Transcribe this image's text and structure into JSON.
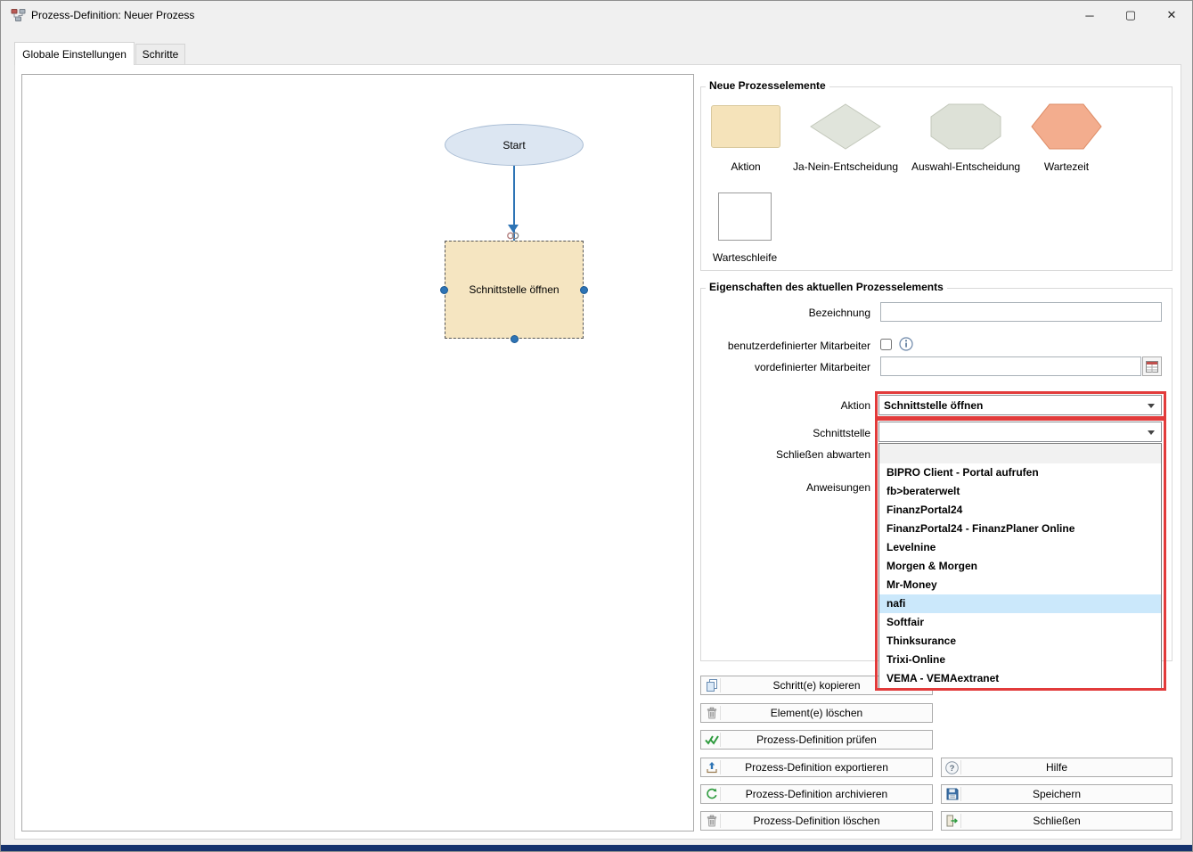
{
  "window": {
    "title": "Prozess-Definition: Neuer Prozess",
    "controls": {
      "minimize": "─",
      "maximize": "▢",
      "close": "✕"
    }
  },
  "tabs": [
    {
      "label": "Globale Einstellungen",
      "active": true
    },
    {
      "label": "Schritte",
      "active": false
    }
  ],
  "canvas": {
    "start_node": "Start",
    "selected_node": "Schnittstelle öffnen"
  },
  "palette": {
    "title": "Neue Prozesselemente",
    "items": [
      {
        "label": "Aktion",
        "shape": "rounded-rect"
      },
      {
        "label": "Ja-Nein-Entscheidung",
        "shape": "diamond"
      },
      {
        "label": "Auswahl-Entscheidung",
        "shape": "octagon"
      },
      {
        "label": "Wartezeit",
        "shape": "hexagon"
      },
      {
        "label": "Warteschleife",
        "shape": "rect-outline"
      }
    ]
  },
  "properties": {
    "title": "Eigenschaften des aktuellen Prozesselements",
    "labels": {
      "bezeichnung": "Bezeichnung",
      "benutzerdefinierter_mitarbeiter": "benutzerdefinierter Mitarbeiter",
      "vordefinierter_mitarbeiter": "vordefinierter Mitarbeiter",
      "aktion": "Aktion",
      "schnittstelle": "Schnittstelle",
      "schliessen_abwarten": "Schließen abwarten",
      "anweisungen": "Anweisungen"
    },
    "values": {
      "bezeichnung": "",
      "vordefinierter_mitarbeiter": "",
      "aktion": "Schnittstelle öffnen",
      "benutzerdefiniert_checked": false
    },
    "dropdown": {
      "options": [
        "BIPRO Client - Portal aufrufen",
        "fb>beraterwelt",
        "FinanzPortal24",
        "FinanzPortal24 - FinanzPlaner Online",
        "Levelnine",
        "Morgen & Morgen",
        "Mr-Money",
        "nafi",
        "Softfair",
        "Thinksurance",
        "Trixi-Online",
        "VEMA - VEMAextranet"
      ],
      "highlighted_index": 7,
      "highlighted_option": "nafi"
    }
  },
  "action_buttons": [
    "Schritt(e) kopieren",
    "Element(e) löschen",
    "Prozess-Definition prüfen",
    "Prozess-Definition exportieren",
    "Prozess-Definition archivieren",
    "Prozess-Definition löschen"
  ],
  "side_buttons": [
    "Hilfe",
    "Speichern",
    "Schließen"
  ],
  "colors": {
    "accent_blue": "#2e74b5",
    "selection_highlight": "#cbe8fb",
    "annotation_red": "#e23b3b",
    "action_fill": "#f5e3ba",
    "decision_fill": "#e0e4db",
    "choice_fill": "#dde1d7",
    "wait_fill": "#f3ad8e",
    "start_fill": "#dce6f2",
    "node_fill": "#f5e5c1"
  }
}
